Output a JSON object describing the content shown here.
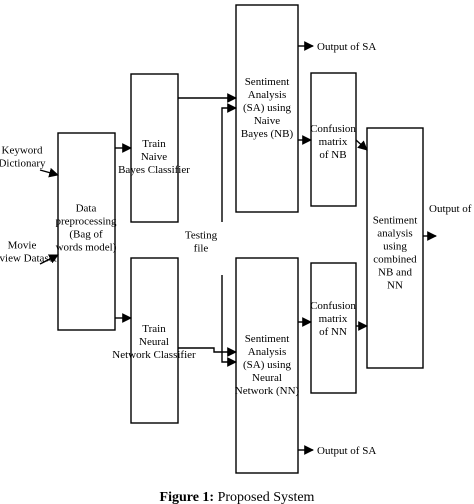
{
  "diagram": {
    "inputs": {
      "keyword_dictionary": "Keyword Dictionary",
      "movie_review_dataset": "Movie Review Dataset"
    },
    "nodes": {
      "data_preprocessing": "Data preprocessing (Bag of words model)",
      "train_nb": "Train Naive Bayes Classifier",
      "train_nn": "Train Neural Network Classifier",
      "testing_file": "Testing file",
      "sa_nb": "Sentiment Analysis (SA) using Naive Bayes (NB)",
      "sa_nn": "Sentiment Analysis (SA) using Neural Network (NN)",
      "confusion_nb": "Confusion matrix of NB",
      "confusion_nn": "Confusion matrix of NN",
      "combined": "Sentiment analysis using combined NB and NN"
    },
    "outputs": {
      "out_nb": "Output of SA",
      "out_nn": "Output of SA",
      "out_combined": "Output of SA"
    }
  },
  "caption": {
    "label": "Figure 1:",
    "text": "Proposed System"
  }
}
